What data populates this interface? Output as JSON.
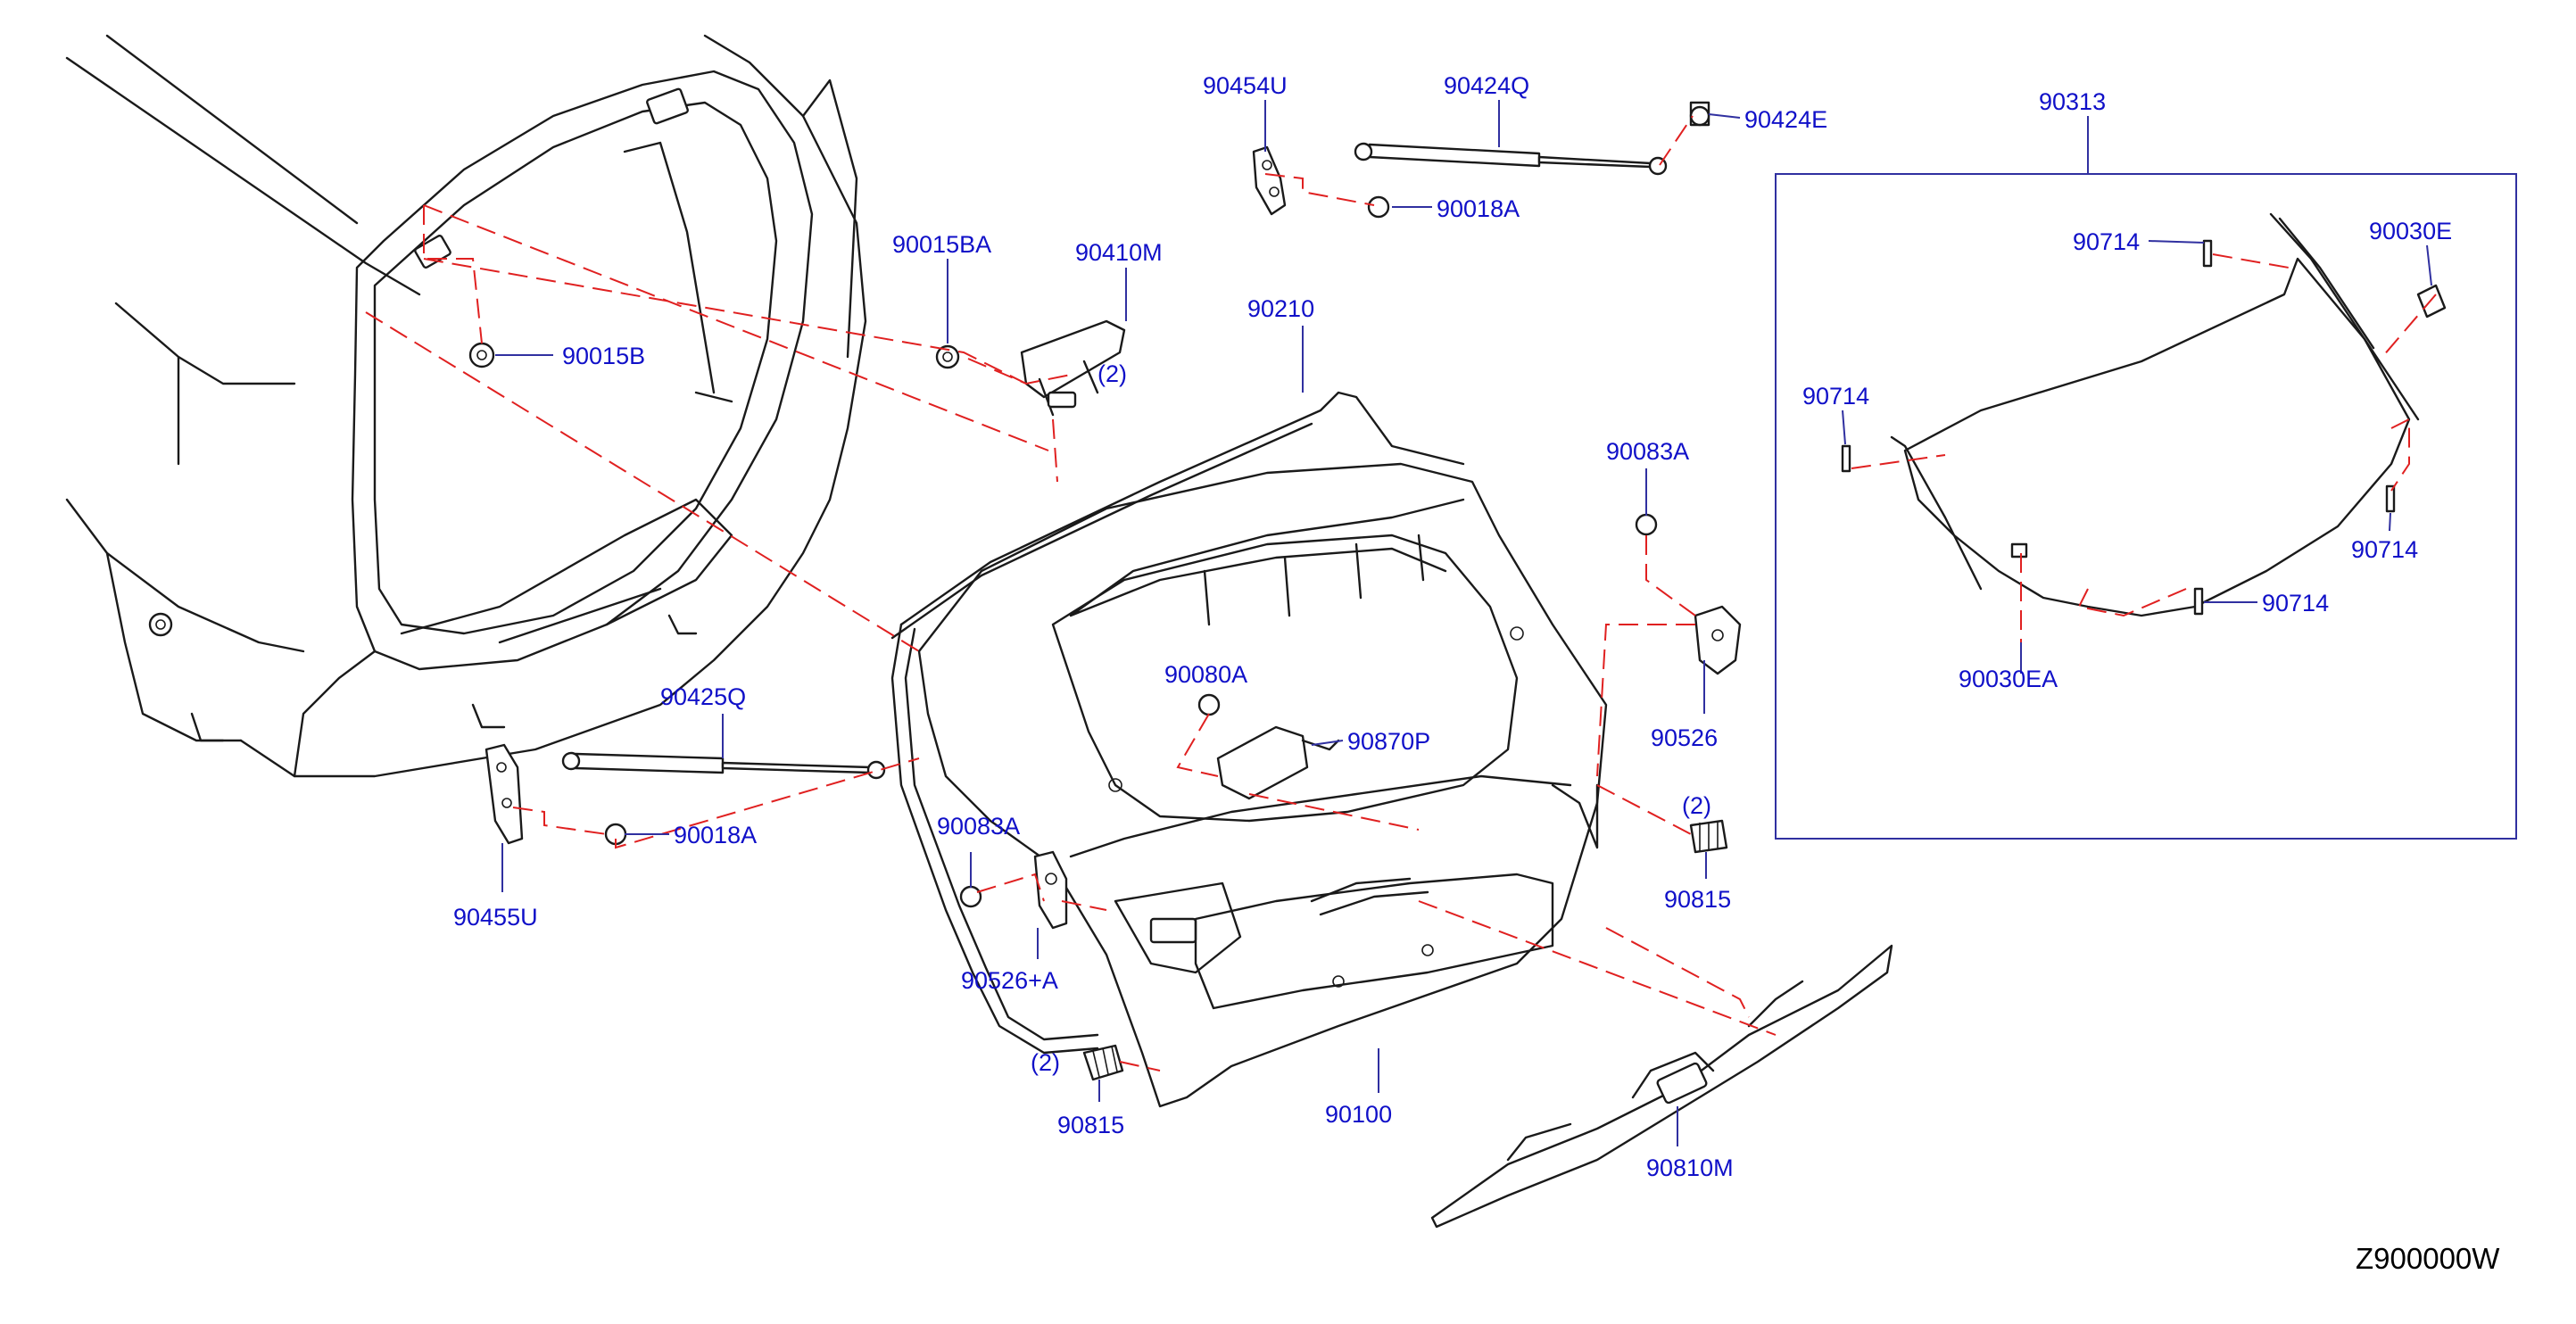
{
  "colors": {
    "label": "#1010c8",
    "leader": "#3030a0",
    "dash": "#e02020",
    "ink": "#1a1a1a",
    "code": "#000000"
  },
  "diagram_code": "Z900000W",
  "labels": {
    "p90454U": "90454U",
    "p90424Q": "90424Q",
    "p90424E": "90424E",
    "p90018A_top": "90018A",
    "p90015BA": "90015BA",
    "p90410M": "90410M",
    "p90410M_qty": "(2)",
    "p90015B": "90015B",
    "p90210": "90210",
    "p90313": "90313",
    "p90714_a": "90714",
    "p90714_b": "90714",
    "p90714_c": "90714",
    "p90714_d": "90714",
    "p90030E": "90030E",
    "p90030EA": "90030EA",
    "p90083A_top": "90083A",
    "p90526": "90526",
    "p90815_right": "90815",
    "p90815_right_qty": "(2)",
    "p90080A": "90080A",
    "p90870P": "90870P",
    "p90425Q": "90425Q",
    "p90018A_left": "90018A",
    "p90455U": "90455U",
    "p90083A_left": "90083A",
    "p90526A": "90526+A",
    "p90815_left": "90815",
    "p90815_left_qty": "(2)",
    "p90100": "90100",
    "p90810M": "90810M"
  }
}
